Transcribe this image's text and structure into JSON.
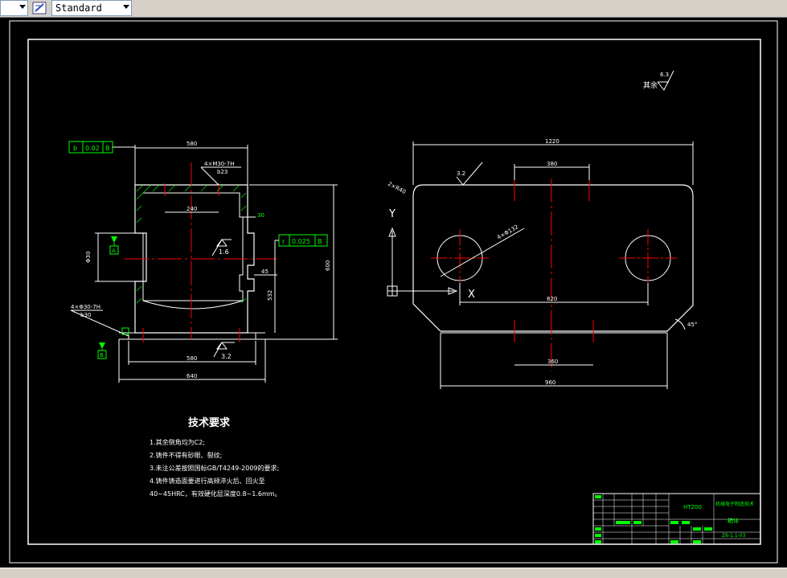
{
  "toolbar": {
    "style_dropdown_value": "Standard"
  },
  "colors": {
    "background": "#000000",
    "line_white": "#ffffff",
    "center_red": "#ff0000",
    "text_green": "#00ff00",
    "dim_line": "#ffffff"
  },
  "drawing": {
    "surface_note": "其余",
    "surface_note_value": "6.3",
    "left_view": {
      "tol_frame1": {
        "sym": "b",
        "val": "0.02",
        "ref": "B"
      },
      "tol_frame2": {
        "sym": "r",
        "val": "0.025",
        "ref": "B"
      },
      "dim_top": "580",
      "dim_hole": "4×M30-7H",
      "dim_hole_depth": "b23",
      "dim_240": "240",
      "dim_30": "30",
      "dim_16": "1.6",
      "dim_45": "45",
      "dim_side": "Φ30",
      "dim_height": "600",
      "dim_depth": "532",
      "dim_bottom_hole": "4×Φ30-7H",
      "dim_bottom_hole_depth": "b30",
      "dim_580b": "580",
      "dim_32": "3.2",
      "dim_640": "640",
      "datum_a": "A",
      "datum_b": "B"
    },
    "right_view": {
      "dim_1220": "1220",
      "dim_380": "380",
      "chamfer": "2×R40",
      "rough": "3.2",
      "holes": "4×Φ132",
      "dim_820": "820",
      "dim_360": "360",
      "dim_960": "960",
      "angle": "45°",
      "axis_y": "Y",
      "axis_x": "X"
    },
    "tech_req": {
      "title": "技术要求",
      "lines": [
        "1.其余倒角均为C2;",
        "2.铸件不得有砂眼、裂纹;",
        "3.未注公差按照国标GB/T4249-2009的要求;",
        "4.铸件铸造面要进行高频淬火后、回火至",
        "40~45HRC，有效硬化层深度0.8~1.6mm。"
      ]
    },
    "title_block": {
      "material": "HT200",
      "school": "机械电子制造技术",
      "part_name": "箱体",
      "drawing_no": "Z6-1.1-03"
    }
  }
}
